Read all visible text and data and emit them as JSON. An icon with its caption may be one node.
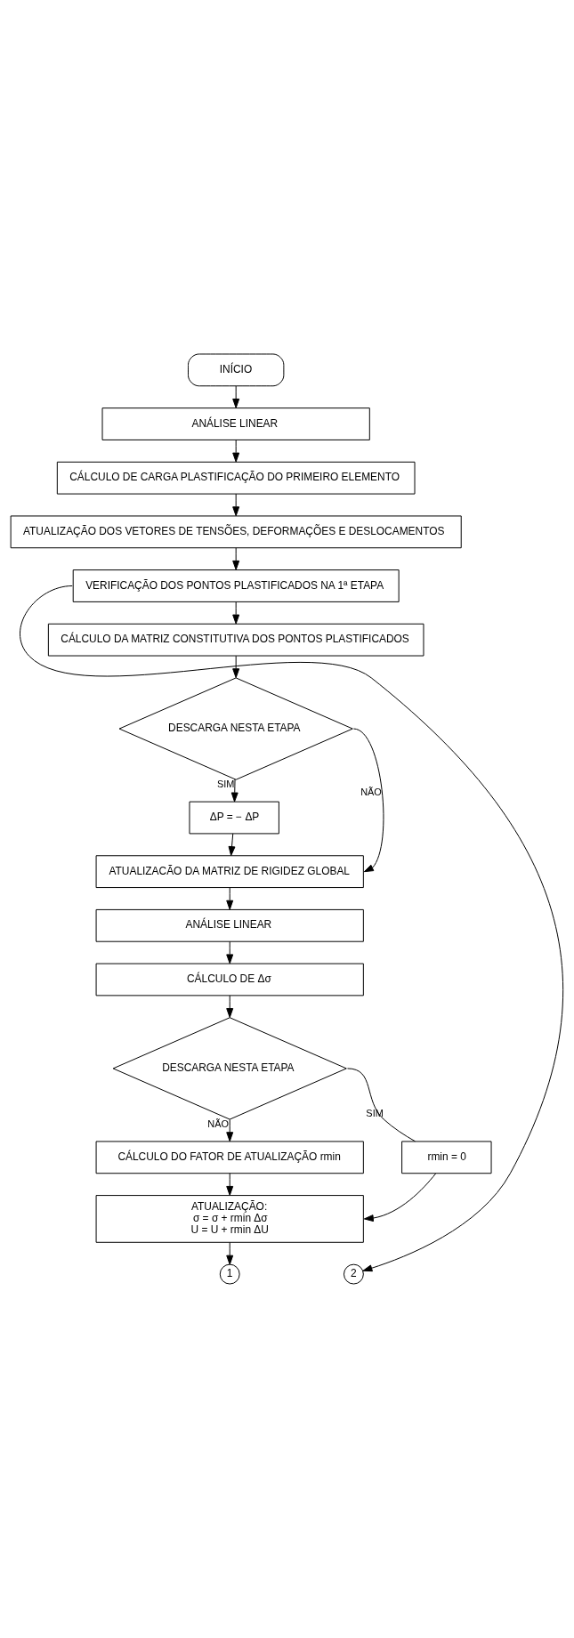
{
  "diagram": {
    "nodes": [
      {
        "text": [
          "INÍCIO"
        ]
      },
      {
        "text": [
          "ANÁLISE LINEAR"
        ]
      },
      {
        "text": [
          "CÁLCULO DE CARGA PLASTIFICAÇÃO DO PRIMEIRO ELEMENTO"
        ]
      },
      {
        "text": [
          "ATUALIZAÇÃO DOS VETORES DE TENSÕES, DEFORMAÇÕES E DESLOCAMENTOS"
        ]
      },
      {
        "text": [
          "VERIFICAÇÃO DOS PONTOS PLASTIFICADOS NA 1ª ETAPA"
        ]
      },
      {
        "text": [
          "CÁLCULO DA MATRIZ CONSTITUTIVA DOS PONTOS PLASTIFICADOS"
        ]
      },
      {
        "text": [
          "DESCARGA NESTA ETAPA"
        ]
      },
      {
        "text": [
          "ΔP = − ΔP"
        ]
      },
      {
        "text": [
          "ATUALIZACÃO DA MATRIZ DE RIGIDEZ GLOBAL"
        ]
      },
      {
        "text": [
          "ANÁLISE LINEAR"
        ]
      },
      {
        "text": [
          "CÁLCULO DE Δσ"
        ]
      },
      {
        "text": [
          "DESCARGA NESTA ETAPA"
        ]
      },
      {
        "text": [
          "rmin = 0"
        ]
      },
      {
        "text": [
          "CÁLCULO DO FATOR DE ATUALIZAÇÃO rmin"
        ]
      },
      {
        "text": [
          "ATUALIZAÇÃO:",
          "σ = σ + rmin Δσ",
          "U = U + rmin ΔU"
        ]
      },
      {
        "text": [
          "2"
        ]
      },
      {
        "text": [
          "1"
        ]
      }
    ],
    "edges": [
      {
        "from": 0,
        "to": 1,
        "arrow": "to"
      },
      {
        "from": 1,
        "to": 2,
        "arrow": "to"
      },
      {
        "from": 2,
        "to": 3,
        "arrow": "to"
      },
      {
        "from": 3,
        "to": 4,
        "arrow": "to"
      },
      {
        "from": 4,
        "to": 5,
        "arrow": "to"
      },
      {
        "from": 4,
        "to": 15,
        "arrow": "to"
      },
      {
        "from": 5,
        "to": 6,
        "arrow": "to"
      },
      {
        "from": 6,
        "to": 7,
        "label": "SIM",
        "arrow": "to"
      },
      {
        "from": 6,
        "to": 8,
        "label": "NÃO",
        "arrow": "to"
      },
      {
        "from": 7,
        "to": 8,
        "arrow": "to"
      },
      {
        "from": 8,
        "to": 9,
        "arrow": "to"
      },
      {
        "from": 9,
        "to": 10,
        "arrow": "to"
      },
      {
        "from": 10,
        "to": 11,
        "arrow": "to"
      },
      {
        "from": 11,
        "to": 12,
        "label": "SIM",
        "arrow": "none"
      },
      {
        "from": 11,
        "to": 13,
        "label": "NÃO",
        "arrow": "to"
      },
      {
        "from": 13,
        "to": 14,
        "arrow": "to"
      },
      {
        "from": 12,
        "to": 14,
        "arrow": "to"
      },
      {
        "from": 14,
        "to": 16,
        "arrow": "to"
      }
    ]
  }
}
